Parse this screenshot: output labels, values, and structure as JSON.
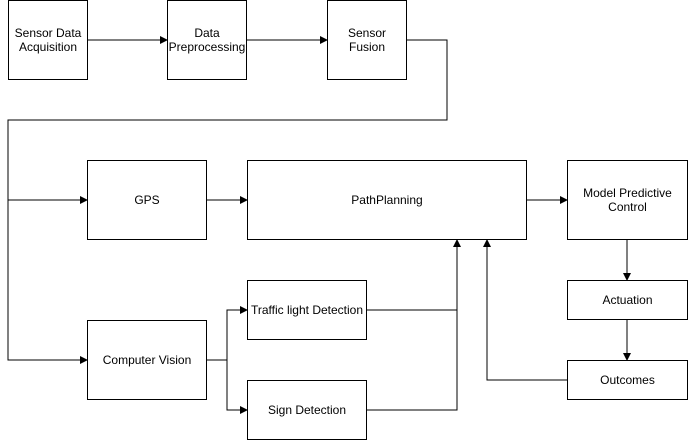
{
  "diagram": {
    "nodes": {
      "sensor_data_acquisition": "Sensor Data\nAcquisition",
      "data_preprocessing": "Data\nPreprocessing",
      "sensor_fusion": "Sensor Fusion",
      "gps": "GPS",
      "path_planning": "PathPlanning",
      "model_predictive_control": "Model Predictive\nControl",
      "actuation": "Actuation",
      "outcomes": "Outcomes",
      "computer_vision": "Computer Vision",
      "traffic_light_detection": "Traffic light Detection",
      "sign_detection": "Sign Detection"
    },
    "colors": {
      "stroke": "#000000",
      "fill": "#ffffff",
      "text": "#000000"
    }
  }
}
